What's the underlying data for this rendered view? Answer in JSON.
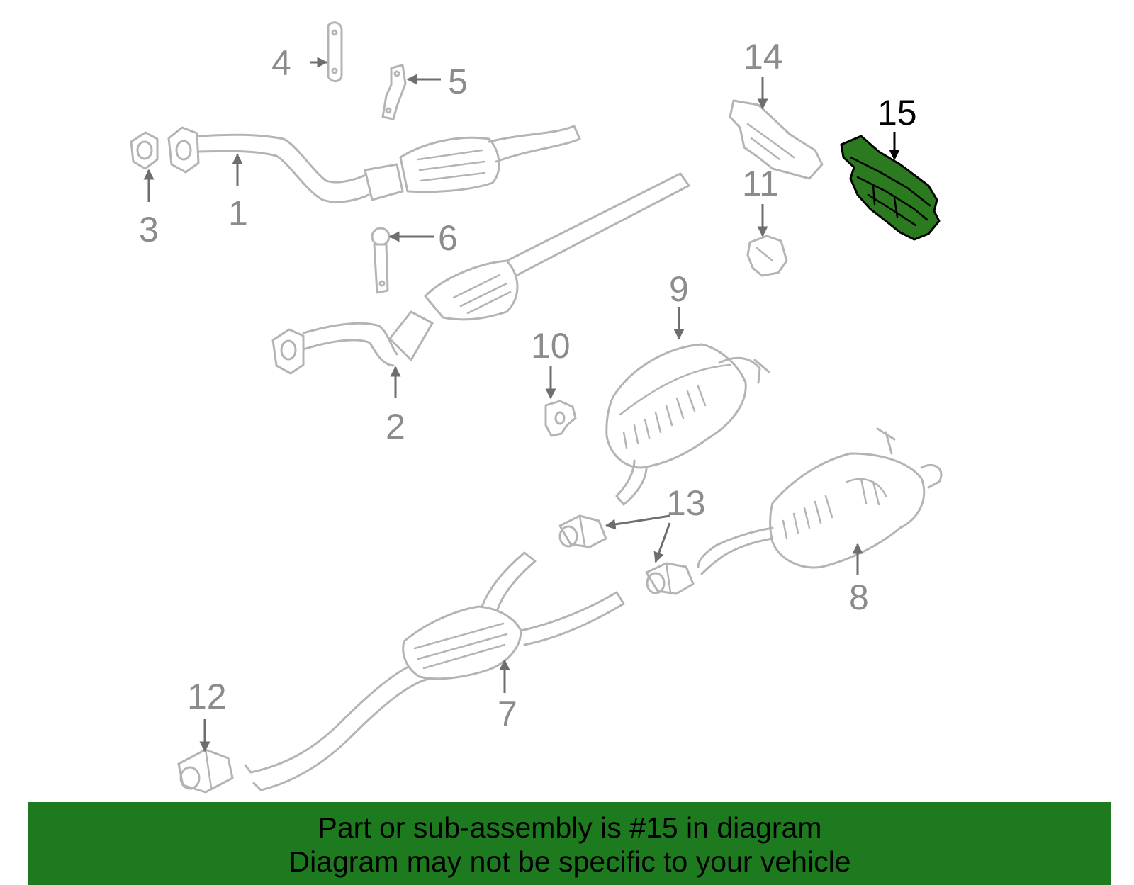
{
  "callouts": {
    "c1": "1",
    "c2": "2",
    "c3": "3",
    "c4": "4",
    "c5": "5",
    "c6": "6",
    "c7": "7",
    "c8": "8",
    "c9": "9",
    "c10": "10",
    "c11": "11",
    "c12": "12",
    "c13": "13",
    "c14": "14",
    "c15": "15"
  },
  "highlighted_part": "15",
  "colors": {
    "highlight": "#2b7a1f",
    "banner": "#1e7a1e",
    "part_stroke": "#b4b4b4",
    "callout_text": "#8c8c8c"
  },
  "banner": {
    "line1": "Part or sub-assembly is #15 in diagram",
    "line2": "Diagram may not be specific to your vehicle"
  }
}
